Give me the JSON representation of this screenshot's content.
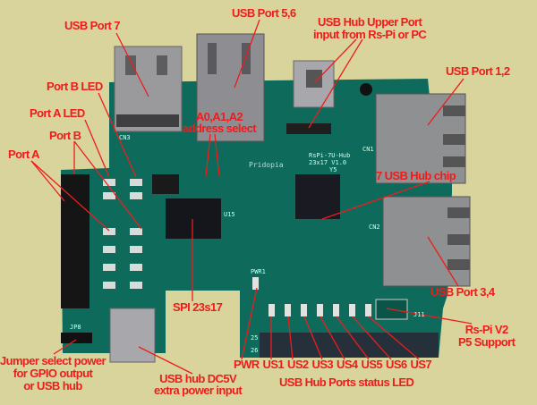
{
  "title": "Raspberry Pi 7-port USB hub board with GPIO expander - annotated",
  "board_silkscreen": [
    "RsPi-7U-Hub",
    "23x17 V1.0",
    "Pridopia",
    "CN1",
    "CN2",
    "CN3",
    "JP8",
    "J11",
    "PWR1",
    "U15",
    "Y5",
    "25",
    "26"
  ],
  "labels": {
    "usb_port_7": "USB Port 7",
    "usb_port_56": "USB Port 5,6",
    "upper_port": [
      "USB Hub Upper Port",
      "input from Rs-Pi or PC"
    ],
    "usb_port_12": "USB Port 1,2",
    "port_b_led": "Port B LED",
    "port_a_led": "Port A LED",
    "port_b": "Port B",
    "port_a": "Port A",
    "address_select": [
      "A0,A1,A2",
      "address select"
    ],
    "hub_chip": "7 USB Hub chip",
    "spi": "SPI 23s17",
    "usb_port_34": "USB Port 3,4",
    "p5_support": [
      "Rs-Pi V2",
      "P5 Support"
    ],
    "jumper": [
      "Jumper select power",
      "for GPIO output",
      "or USB hub"
    ],
    "dc5v": [
      "USB hub DC5V",
      "extra power input"
    ],
    "status_leds": [
      "PWR",
      "US1",
      "US2",
      "US3",
      "US4",
      "US5",
      "US6",
      "US7"
    ],
    "status_caption": "USB Hub Ports status LED"
  },
  "colors": {
    "annotation": "#ee1c1c",
    "board": "#0e6b5c",
    "background": "#d8d49c"
  }
}
